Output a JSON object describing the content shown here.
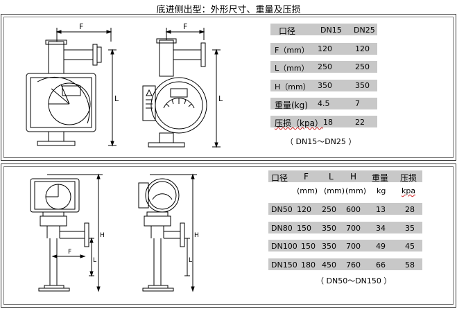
{
  "title": "底进侧出型：外形尺寸、重量及压损",
  "colors": {
    "strip": "#c8c8c8",
    "border": "#333333"
  },
  "table1": {
    "header": [
      "口径",
      "DN15",
      "DN25"
    ],
    "rows": [
      {
        "label": "F（mm）",
        "values": [
          "120",
          "120"
        ]
      },
      {
        "label": "L（mm）",
        "values": [
          "250",
          "250"
        ]
      },
      {
        "label": "H（mm）",
        "values": [
          "350",
          "350"
        ]
      },
      {
        "label": "重量(kg)",
        "values": [
          "4.5",
          "7"
        ]
      },
      {
        "label": "压损（kpa）",
        "values": [
          "18",
          "22"
        ]
      }
    ],
    "caption": "（ DN15～DN25 ）"
  },
  "table2": {
    "header": [
      "口径",
      "F",
      "L",
      "H",
      "重量",
      "压损"
    ],
    "units": [
      "(mm)",
      "(mm)",
      "(mm)",
      "kg",
      "kpa"
    ],
    "rows": [
      [
        "DN50",
        "120",
        "250",
        "600",
        "13",
        "28"
      ],
      [
        "DN80",
        "150",
        "350",
        "700",
        "34",
        "35"
      ],
      [
        "DN100",
        "150",
        "350",
        "700",
        "49",
        "45"
      ],
      [
        "DN150",
        "180",
        "450",
        "760",
        "66",
        "58"
      ]
    ],
    "caption": "（ DN50～DN150 ）"
  },
  "drawing_labels": {
    "f": "F",
    "l": "L",
    "h": "H"
  }
}
